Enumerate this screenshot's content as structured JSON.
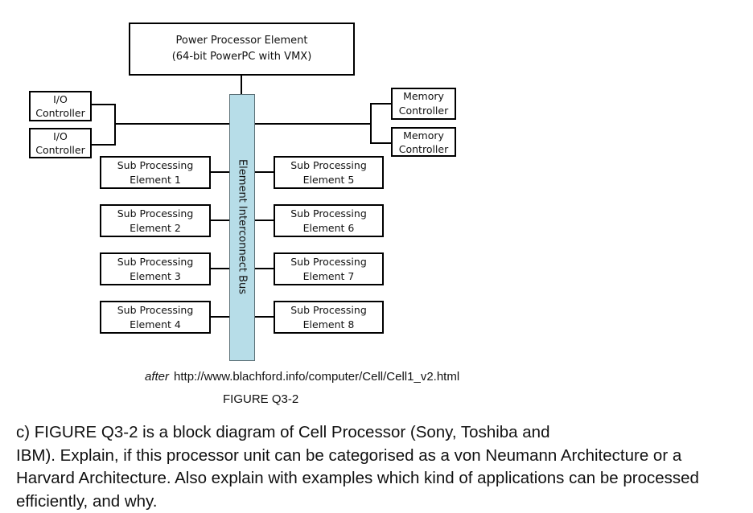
{
  "diagram": {
    "ppe": {
      "line1": "Power Processor Element",
      "line2": "(64-bit PowerPC with VMX)"
    },
    "bus_label": "Element Interconnect Bus",
    "bus_color": "#b7dde8",
    "io_controllers": [
      {
        "line1": "I/O",
        "line2": "Controller"
      },
      {
        "line1": "I/O",
        "line2": "Controller"
      }
    ],
    "memory_controllers": [
      {
        "line1": "Memory",
        "line2": "Controller"
      },
      {
        "line1": "Memory",
        "line2": "Controller"
      }
    ],
    "spe_left": [
      {
        "line1": "Sub Processing",
        "line2": "Element 1"
      },
      {
        "line1": "Sub Processing",
        "line2": "Element 2"
      },
      {
        "line1": "Sub Processing",
        "line2": "Element 3"
      },
      {
        "line1": "Sub Processing",
        "line2": "Element 4"
      }
    ],
    "spe_right": [
      {
        "line1": "Sub Processing",
        "line2": "Element 5"
      },
      {
        "line1": "Sub Processing",
        "line2": "Element 6"
      },
      {
        "line1": "Sub Processing",
        "line2": "Element 7"
      },
      {
        "line1": "Sub Processing",
        "line2": "Element 8"
      }
    ]
  },
  "caption": {
    "credit_prefix": "after",
    "credit_url": "http://www.blachford.info/computer/Cell/Cell1_v2.html",
    "figure_label": "FIGURE Q3-2"
  },
  "question": {
    "lines": [
      "c) FIGURE Q3-2 is a block diagram of Cell Processor (Sony, Toshiba and",
      "IBM). Explain, if this processor unit can be categorised as a von Neumann Architecture or a",
      "Harvard Architecture. Also explain with examples which kind of applications can be processed",
      "efficiently, and why."
    ]
  }
}
